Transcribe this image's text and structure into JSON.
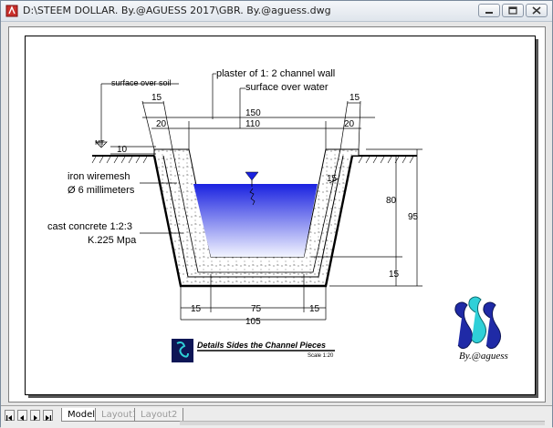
{
  "window": {
    "title": "D:\\STEEM DOLLAR. By.@AGUESS 2017\\GBR. By.@aguess.dwg"
  },
  "drawing": {
    "labels": {
      "surface_over_soil": "surface over soil",
      "plaster": "plaster of 1: 2 channel wall",
      "surface_over_water": "surface over water",
      "iron_line1": "iron wiremesh",
      "iron_line2": "Ø 6 millimeters",
      "concrete_line1": "cast concrete 1:2:3",
      "concrete_line2": "K.225 Mpa",
      "mt": "MT."
    },
    "dims": {
      "top_left_15": "15",
      "top_right_15": "15",
      "d150": "150",
      "d20_left": "20",
      "d110": "110",
      "d20_right": "20",
      "d10": "10",
      "d15_wall": "15",
      "d80": "80",
      "d95": "95",
      "d15_base": "15",
      "bottom_15_left": "15",
      "bottom_75": "75",
      "bottom_15_right": "15",
      "bottom_105": "105"
    },
    "title_block": {
      "title": "Details Sides the Channel Pieces",
      "scale": "Scale 1:20"
    },
    "logo_text": "By.@aguess"
  },
  "tabs": [
    {
      "label": "Model"
    },
    {
      "label": "Layout1"
    },
    {
      "label": "Layout2"
    }
  ],
  "colors": {
    "water_top": "#1a22e0",
    "water_bottom": "#f2f4ff",
    "logo_blue": "#1f2aa6",
    "logo_cyan": "#2fd0d8"
  }
}
